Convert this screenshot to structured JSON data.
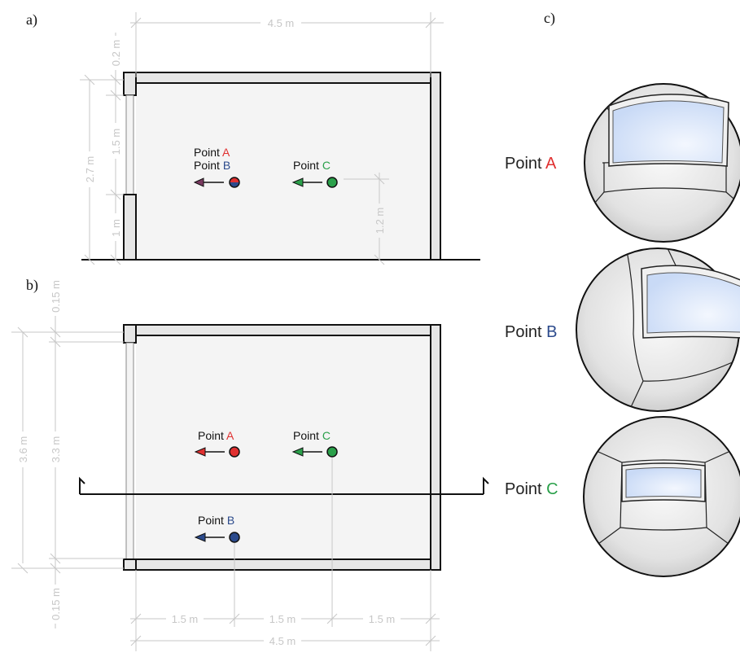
{
  "panels": {
    "a": "a)",
    "b": "b)",
    "c": "c)"
  },
  "colors": {
    "wall_fill": "#e6e6e6",
    "wall_stroke": "#111111",
    "room_fill": "#f4f4f4",
    "dim_line": "#c7c7c7",
    "point_a": "#e03030",
    "point_b": "#2b4a8c",
    "point_c": "#2aa04a",
    "glass": "#d8e6fb"
  },
  "section_a": {
    "dims": {
      "width": "4.5 m",
      "top_wall": "0.2 m",
      "window_h": "1.5 m",
      "sill": "1 m",
      "total_h": "2.7 m",
      "eye_h": "1.2 m"
    },
    "labels": {
      "point": "Point",
      "a": "A",
      "b": "B",
      "c": "C"
    }
  },
  "plan_b": {
    "dims": {
      "top_wall": "0.15 m",
      "bottom_wall": "0.15 m",
      "inner": "3.3 m",
      "total": "3.6 m",
      "seg1": "1.5 m",
      "seg2": "1.5 m",
      "seg3": "1.5 m",
      "width": "4.5 m"
    },
    "labels": {
      "point": "Point",
      "a": "A",
      "b": "B",
      "c": "C"
    }
  },
  "views_c": {
    "labels": {
      "point": "Point",
      "a": "A",
      "b": "B",
      "c": "C"
    }
  }
}
